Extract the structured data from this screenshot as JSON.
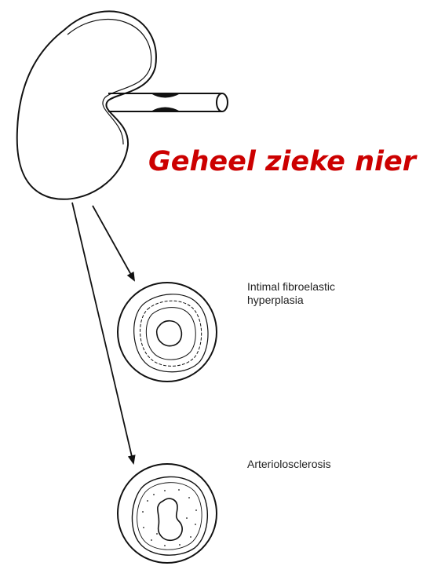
{
  "title": "Geheel zieke nier",
  "labels": {
    "intimal_line1": "Intimal fibroelastic",
    "intimal_line2": "hyperplasia",
    "arteriolosclerosis": "Arteriolosclerosis"
  },
  "colors": {
    "title": "#cc0000",
    "lines": "#111111"
  }
}
